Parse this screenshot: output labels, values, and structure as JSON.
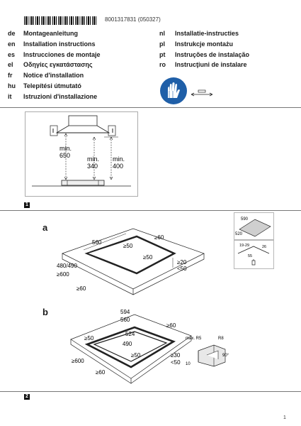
{
  "header": {
    "doc_number": "8001317831   (050327)"
  },
  "languages_left": [
    {
      "code": "de",
      "title": "Montageanleitung"
    },
    {
      "code": "en",
      "title": "Installation instructions"
    },
    {
      "code": "es",
      "title": "Instrucciones de montaje"
    },
    {
      "code": "el",
      "title": "Οδηγίες εγκατάστασης"
    },
    {
      "code": "fr",
      "title": "Notice d'installation"
    },
    {
      "code": "hu",
      "title": "Telepítési útmutató"
    },
    {
      "code": "it",
      "title": "Istruzioni d'installazione"
    }
  ],
  "languages_right": [
    {
      "code": "nl",
      "title": "Installatie-instructies"
    },
    {
      "code": "pl",
      "title": "Instrukcje montażu"
    },
    {
      "code": "pt",
      "title": "Instruções de instalação"
    },
    {
      "code": "ro",
      "title": "Instrucţiuni de instalare"
    }
  ],
  "figure1": {
    "number": "1",
    "dims": {
      "left": "min.\n650",
      "mid": "min.\n340",
      "right": "min.\n400"
    }
  },
  "figure2": {
    "number": "2",
    "a": {
      "label": "a",
      "d560": "560",
      "d60_tr": "≥60",
      "d50_top": "≥50",
      "d50_mid": "≥50",
      "d20": "≥20",
      "d50_lt": "<50",
      "d480": "480/490",
      "d600": "≥600",
      "d60_bl": "≥60"
    },
    "inset_top": {
      "w": "590",
      "d": "520"
    },
    "inset_mid": {
      "a": "19-29",
      "b": "26",
      "c": "55"
    },
    "b": {
      "label": "b",
      "d594": "594",
      "d560": "560",
      "d524": "524",
      "d490": "490",
      "d60_tr": "≥60",
      "d50_left": "≥50",
      "d50_mid": "≥50",
      "d30": "≥30",
      "d50_lt": "<50",
      "d600": "≥600",
      "d60_bl": "≥60"
    },
    "detail": {
      "max": "max. R5",
      "r8": "R8",
      "ten": "10",
      "angle": "90°"
    }
  },
  "page_number": "1",
  "colors": {
    "blue_sign": "#1f5fa8",
    "grey_line": "#777777"
  }
}
